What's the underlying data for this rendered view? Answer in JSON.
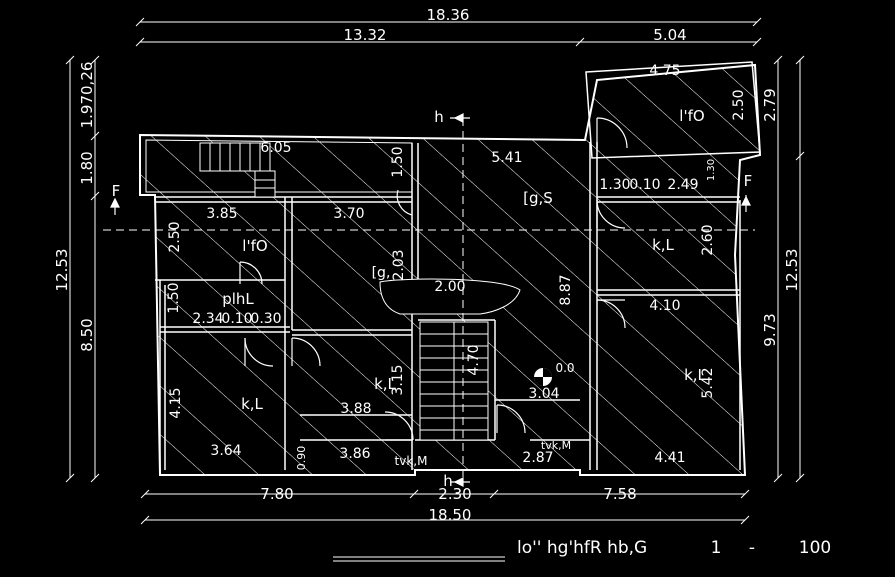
{
  "colors": {
    "background": "#000000",
    "lines": "#ffffff",
    "hatch": "#ffffff"
  },
  "dimensions": {
    "top_overall": "18.36",
    "top_left": "13.32",
    "top_right": "5.04",
    "bottom_overall": "18.50",
    "bottom_left": "7.80",
    "bottom_mid": "2.30",
    "bottom_right": "7.58",
    "left_total": "12.53",
    "left_a": "8.50",
    "left_b": "1.80",
    "left_c": "1.970,26",
    "right_total": "12.53",
    "right_a": "9.73",
    "right_b": "2.79"
  },
  "room_labels": {
    "top_right_room_dim": "4.75",
    "top_right_room_name": "l'fO",
    "top_right_room_side": "2.50",
    "stair_top_dim": "6.05",
    "side_150": "1.50",
    "center_top_dim": "5.41",
    "center_name": "[g,S",
    "r_130": "1.30",
    "r_010": "0.10",
    "r_249": "2.49",
    "r_tiny": "1.30",
    "left_385": "3.85",
    "left_370": "3.70",
    "left_250": "2.50",
    "left_room_name": "l'fO",
    "right_room_name": "k,L",
    "right_260": "2.60",
    "mid_name": "[g,",
    "mid_203": "2.03",
    "landing_200": "2.00",
    "center_887": "8.87",
    "left_150b": "1.50",
    "wc_name": "plhL",
    "left_234": "2.34",
    "left_010": "0.10",
    "left_030": "0.30",
    "right_410": "4.10",
    "stair_470": "4.70",
    "room_kl_center": "k,L",
    "v_315": "3.15",
    "level_00": "0.0",
    "right_room2_name": "k,L",
    "right_542": "5.42",
    "left_415": "4.15",
    "left_room2_name": "k,L",
    "mid_388": "3.88",
    "center_304": "3.04",
    "left_364": "3.64",
    "v_090": "0.90",
    "mid_386": "3.86",
    "entry_name": "tvk,M",
    "entry_287": "2.87",
    "entry2_name": "tvk,M",
    "right_441": "4.41"
  },
  "section_marks": {
    "h_top": "h",
    "h_bottom": "h",
    "f_left": "F",
    "f_right": "F"
  },
  "title_block": {
    "title": "lo'' hg'hfR hb,G",
    "scale_left": "1",
    "scale_dash": "-",
    "scale_right": "100"
  }
}
